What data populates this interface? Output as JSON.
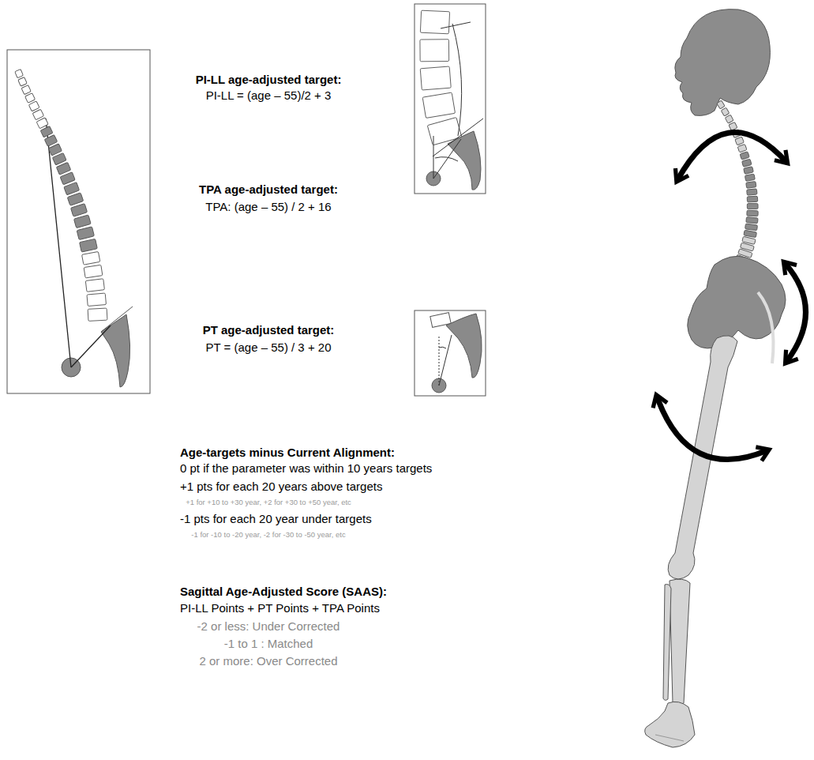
{
  "diagram": {
    "labels": [
      "PI-LL age-adjusted target:",
      "PI-LL = (age – 55)/2 + 3",
      "TPA age-adjusted target:",
      "TPA: (age – 55) / 2 + 16",
      "PT age-adjusted target:",
      "PT = (age – 55) / 3 + 20",
      "Age-targets minus Current Alignment:",
      "0 pt if the parameter was within 10 years targets",
      "+1 pts for each 20 years above targets",
      "+1 for +10 to +30 year, +2 for +30 to +50 year, etc",
      "-1 pts for each 20 year under targets",
      "-1 for -10 to -20 year, -2 for -30 to -50 year, etc",
      "Sagittal Age-Adjusted Score (SAAS):",
      "PI-LL Points + PT Points + TPA Points",
      "-2 or less: Under Corrected",
      "-1 to 1 : Matched",
      "2 or more: Over Corrected"
    ]
  }
}
